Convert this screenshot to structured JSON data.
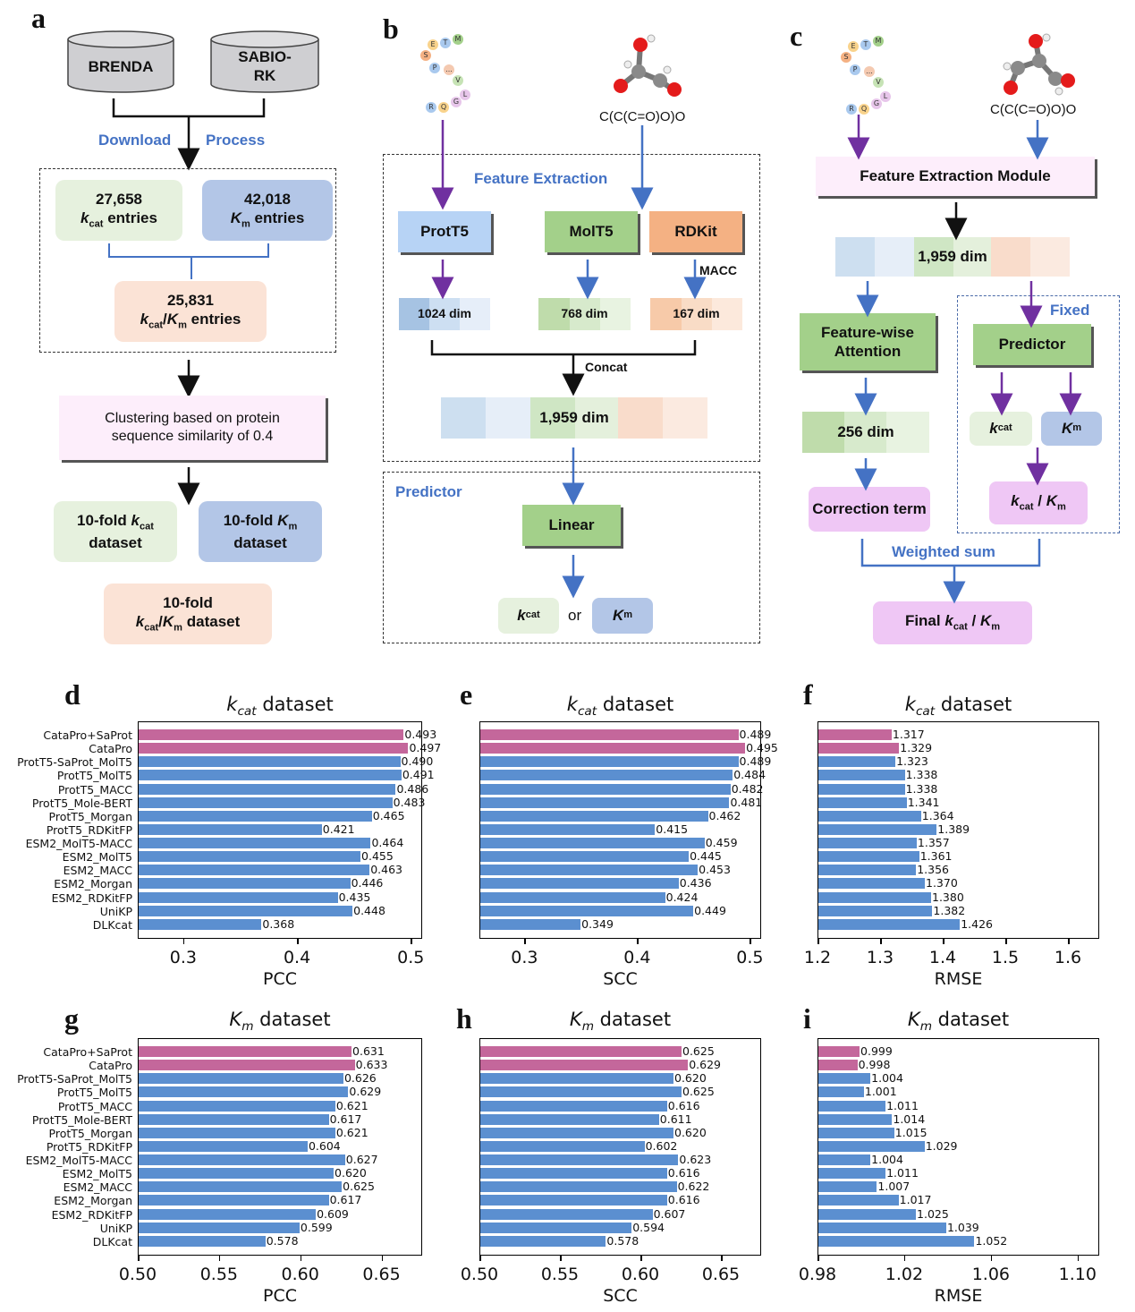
{
  "panels": {
    "a": "a",
    "b": "b",
    "c": "c",
    "d": "d",
    "e": "e",
    "f": "f",
    "g": "g",
    "h": "h",
    "i": "i"
  },
  "a": {
    "db1": "BRENDA",
    "db2": "SABIO-RK",
    "download": "Download",
    "process": "Process",
    "kcat_count": "27,658",
    "km_count": "42,018",
    "kcatkm_count": "25,831",
    "entries": "entries",
    "clustering": "Clustering based on protein sequence similarity of 0.4",
    "ds_kcat_prefix": "10-fold",
    "ds_km_prefix": "10-fold",
    "ds_word": "dataset",
    "ds_kcatkm_prefix": "10-fold"
  },
  "b": {
    "sequence_letters": [
      "E",
      "T",
      "M",
      "S",
      "P",
      "...",
      "V",
      "L",
      "R",
      "Q",
      "G"
    ],
    "smiles": "C(C(C=O)O)O",
    "feature_extraction": "Feature Extraction",
    "prott5": "ProtT5",
    "molt5": "MolT5",
    "rdkit": "RDKit",
    "macc": "MACC",
    "dim1024": "1024 dim",
    "dim768": "768 dim",
    "dim167": "167 dim",
    "concat": "Concat",
    "dim1959": "1,959 dim",
    "predictor": "Predictor",
    "linear": "Linear",
    "or": "or"
  },
  "c": {
    "smiles": "C(C(C=O)O)O",
    "fem": "Feature Extraction Module",
    "dim1959": "1,959 dim",
    "fixed": "Fixed",
    "attention": "Feature-wise Attention",
    "predictor": "Predictor",
    "dim256": "256 dim",
    "correction": "Correction term",
    "weighted_sum": "Weighted sum",
    "final_prefix": "Final"
  },
  "colors": {
    "highlight": "#c4679b",
    "bar": "#5b8fd0",
    "blue_text": "#4472c4",
    "green": "#a3d08a",
    "purple_arrow": "#7030a0",
    "blue_arrow": "#4472c4"
  },
  "chart_data": [
    {
      "panel": "d",
      "type": "bar",
      "orientation": "horizontal",
      "title_math": "k",
      "title_sub": "cat",
      "title_rest": " dataset",
      "xlabel": "PCC",
      "xlim": [
        0.26,
        0.51
      ],
      "ticks": [
        0.3,
        0.4,
        0.5
      ],
      "tick_labels": [
        "0.3",
        "0.4",
        "0.5"
      ],
      "categories": [
        "CataPro+SaProt",
        "CataPro",
        "ProtT5-SaProt_MolT5",
        "ProtT5_MolT5",
        "ProtT5_MACC",
        "ProtT5_Mole-BERT",
        "ProtT5_Morgan",
        "ProtT5_RDKitFP",
        "ESM2_MolT5-MACC",
        "ESM2_MolT5",
        "ESM2_MACC",
        "ESM2_Morgan",
        "ESM2_RDKitFP",
        "UniKP",
        "DLKcat"
      ],
      "values": [
        0.493,
        0.497,
        0.49,
        0.491,
        0.486,
        0.483,
        0.465,
        0.421,
        0.464,
        0.455,
        0.463,
        0.446,
        0.435,
        0.448,
        0.368
      ],
      "labels": [
        "0.493",
        "0.497",
        "0.490",
        "0.491",
        "0.486",
        "0.483",
        "0.465",
        "0.421",
        "0.464",
        "0.455",
        "0.463",
        "0.446",
        "0.435",
        "0.448",
        "0.368"
      ]
    },
    {
      "panel": "e",
      "type": "bar",
      "orientation": "horizontal",
      "title_math": "k",
      "title_sub": "cat",
      "title_rest": " dataset",
      "xlabel": "SCC",
      "xlim": [
        0.26,
        0.51
      ],
      "ticks": [
        0.3,
        0.4,
        0.5
      ],
      "tick_labels": [
        "0.3",
        "0.4",
        "0.5"
      ],
      "categories": [
        "CataPro+SaProt",
        "CataPro",
        "ProtT5-SaProt_MolT5",
        "ProtT5_MolT5",
        "ProtT5_MACC",
        "ProtT5_Mole-BERT",
        "ProtT5_Morgan",
        "ProtT5_RDKitFP",
        "ESM2_MolT5-MACC",
        "ESM2_MolT5",
        "ESM2_MACC",
        "ESM2_Morgan",
        "ESM2_RDKitFP",
        "UniKP",
        "DLKcat"
      ],
      "values": [
        0.489,
        0.495,
        0.489,
        0.484,
        0.482,
        0.481,
        0.462,
        0.415,
        0.459,
        0.445,
        0.453,
        0.436,
        0.424,
        0.449,
        0.349
      ],
      "labels": [
        "0.489",
        "0.495",
        "0.489",
        "0.484",
        "0.482",
        "0.481",
        "0.462",
        "0.415",
        "0.459",
        "0.445",
        "0.453",
        "0.436",
        "0.424",
        "0.449",
        "0.349"
      ]
    },
    {
      "panel": "f",
      "type": "bar",
      "orientation": "horizontal",
      "title_math": "k",
      "title_sub": "cat",
      "title_rest": " dataset",
      "xlabel": "RMSE",
      "xlim": [
        1.2,
        1.65
      ],
      "ticks": [
        1.2,
        1.3,
        1.4,
        1.5,
        1.6
      ],
      "tick_labels": [
        "1.2",
        "1.3",
        "1.4",
        "1.5",
        "1.6"
      ],
      "categories": [
        "CataPro+SaProt",
        "CataPro",
        "ProtT5-SaProt_MolT5",
        "ProtT5_MolT5",
        "ProtT5_MACC",
        "ProtT5_Mole-BERT",
        "ProtT5_Morgan",
        "ProtT5_RDKitFP",
        "ESM2_MolT5-MACC",
        "ESM2_MolT5",
        "ESM2_MACC",
        "ESM2_Morgan",
        "ESM2_RDKitFP",
        "UniKP",
        "DLKcat"
      ],
      "values": [
        1.317,
        1.329,
        1.323,
        1.338,
        1.338,
        1.341,
        1.364,
        1.389,
        1.357,
        1.361,
        1.356,
        1.37,
        1.38,
        1.382,
        1.426
      ],
      "labels": [
        "1.317",
        "1.329",
        "1.323",
        "1.338",
        "1.338",
        "1.341",
        "1.364",
        "1.389",
        "1.357",
        "1.361",
        "1.356",
        "1.370",
        "1.380",
        "1.382",
        "1.426"
      ]
    },
    {
      "panel": "g",
      "type": "bar",
      "orientation": "horizontal",
      "title_math": "K",
      "title_sub": "m",
      "title_rest": " dataset",
      "xlabel": "PCC",
      "xlim": [
        0.5,
        0.675
      ],
      "ticks": [
        0.5,
        0.55,
        0.6,
        0.65
      ],
      "tick_labels": [
        "0.50",
        "0.55",
        "0.60",
        "0.65"
      ],
      "categories": [
        "CataPro+SaProt",
        "CataPro",
        "ProtT5-SaProt_MolT5",
        "ProtT5_MolT5",
        "ProtT5_MACC",
        "ProtT5_Mole-BERT",
        "ProtT5_Morgan",
        "ProtT5_RDKitFP",
        "ESM2_MolT5-MACC",
        "ESM2_MolT5",
        "ESM2_MACC",
        "ESM2_Morgan",
        "ESM2_RDKitFP",
        "UniKP",
        "DLKcat"
      ],
      "values": [
        0.631,
        0.633,
        0.626,
        0.629,
        0.621,
        0.617,
        0.621,
        0.604,
        0.627,
        0.62,
        0.625,
        0.617,
        0.609,
        0.599,
        0.578
      ],
      "labels": [
        "0.631",
        "0.633",
        "0.626",
        "0.629",
        "0.621",
        "0.617",
        "0.621",
        "0.604",
        "0.627",
        "0.620",
        "0.625",
        "0.617",
        "0.609",
        "0.599",
        "0.578"
      ]
    },
    {
      "panel": "h",
      "type": "bar",
      "orientation": "horizontal",
      "title_math": "K",
      "title_sub": "m",
      "title_rest": " dataset",
      "xlabel": "SCC",
      "xlim": [
        0.5,
        0.675
      ],
      "ticks": [
        0.5,
        0.55,
        0.6,
        0.65
      ],
      "tick_labels": [
        "0.50",
        "0.55",
        "0.60",
        "0.65"
      ],
      "categories": [
        "CataPro+SaProt",
        "CataPro",
        "ProtT5-SaProt_MolT5",
        "ProtT5_MolT5",
        "ProtT5_MACC",
        "ProtT5_Mole-BERT",
        "ProtT5_Morgan",
        "ProtT5_RDKitFP",
        "ESM2_MolT5-MACC",
        "ESM2_MolT5",
        "ESM2_MACC",
        "ESM2_Morgan",
        "ESM2_RDKitFP",
        "UniKP",
        "DLKcat"
      ],
      "values": [
        0.625,
        0.629,
        0.62,
        0.625,
        0.616,
        0.611,
        0.62,
        0.602,
        0.623,
        0.616,
        0.622,
        0.616,
        0.607,
        0.594,
        0.578
      ],
      "labels": [
        "0.625",
        "0.629",
        "0.620",
        "0.625",
        "0.616",
        "0.611",
        "0.620",
        "0.602",
        "0.623",
        "0.616",
        "0.622",
        "0.616",
        "0.607",
        "0.594",
        "0.578"
      ]
    },
    {
      "panel": "i",
      "type": "bar",
      "orientation": "horizontal",
      "title_math": "K",
      "title_sub": "m",
      "title_rest": " dataset",
      "xlabel": "RMSE",
      "xlim": [
        0.98,
        1.11
      ],
      "ticks": [
        0.98,
        1.02,
        1.06,
        1.1
      ],
      "tick_labels": [
        "0.98",
        "1.02",
        "1.06",
        "1.10"
      ],
      "categories": [
        "CataPro+SaProt",
        "CataPro",
        "ProtT5-SaProt_MolT5",
        "ProtT5_MolT5",
        "ProtT5_MACC",
        "ProtT5_Mole-BERT",
        "ProtT5_Morgan",
        "ProtT5_RDKitFP",
        "ESM2_MolT5-MACC",
        "ESM2_MolT5",
        "ESM2_MACC",
        "ESM2_Morgan",
        "ESM2_RDKitFP",
        "UniKP",
        "DLKcat"
      ],
      "values": [
        0.999,
        0.998,
        1.004,
        1.001,
        1.011,
        1.014,
        1.015,
        1.029,
        1.004,
        1.011,
        1.007,
        1.017,
        1.025,
        1.039,
        1.052
      ],
      "labels": [
        "0.999",
        "0.998",
        "1.004",
        "1.001",
        "1.011",
        "1.014",
        "1.015",
        "1.029",
        "1.004",
        "1.011",
        "1.007",
        "1.017",
        "1.025",
        "1.039",
        "1.052"
      ]
    }
  ]
}
